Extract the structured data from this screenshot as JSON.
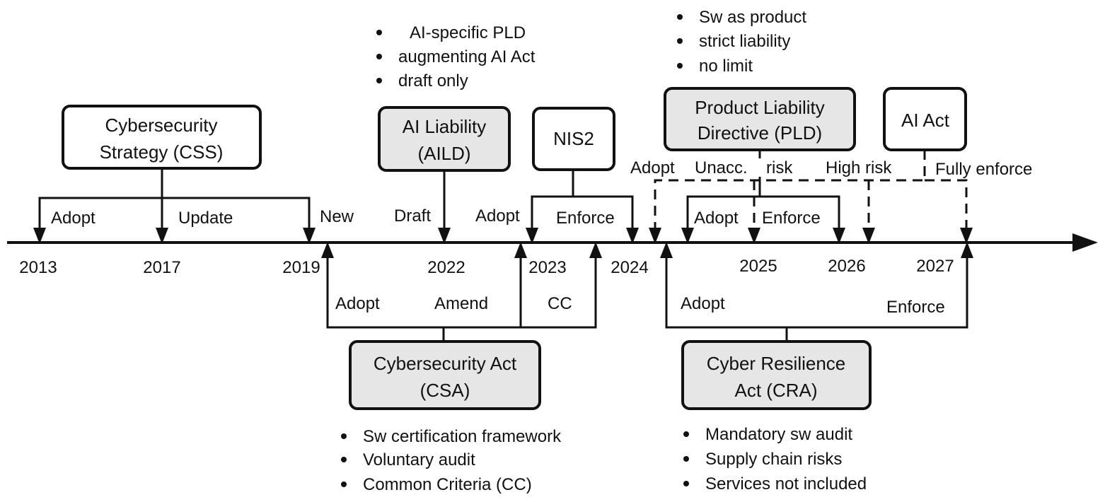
{
  "years": [
    "2013",
    "2017",
    "2019",
    "2022",
    "2023",
    "2024",
    "2025",
    "2026",
    "2027"
  ],
  "boxes": {
    "css": [
      "Cybersecurity",
      "Strategy (CSS)"
    ],
    "aild": [
      "AI Liability",
      "(AILD)"
    ],
    "nis2": [
      "NIS2"
    ],
    "pld": [
      "Product Liability",
      "Directive (PLD)"
    ],
    "aiact": [
      "AI Act"
    ],
    "csa": [
      "Cybersecurity Act",
      "(CSA)"
    ],
    "cra": [
      "Cyber Resilience",
      "Act (CRA)"
    ]
  },
  "events": {
    "css_adopt": "Adopt",
    "css_update": "Update",
    "css_new": "New",
    "aild_draft": "Draft",
    "nis2_adopt": "Adopt",
    "nis2_enforce": "Enforce",
    "aiact_adopt": "Adopt",
    "aiact_unacc": "Unacc.",
    "aiact_risk": "risk",
    "aiact_high_risk": "High risk",
    "aiact_fully_enforce": "Fully enforce",
    "pld_adopt": "Adopt",
    "pld_enforce": "Enforce",
    "csa_adopt": "Adopt",
    "csa_amend": "Amend",
    "csa_cc": "CC",
    "cra_adopt": "Adopt",
    "cra_enforce": "Enforce"
  },
  "notes": {
    "aild": [
      "AI-specific PLD",
      "augmenting AI Act",
      "draft only"
    ],
    "pld": [
      "Sw as product",
      "strict liability",
      "no limit"
    ],
    "csa": [
      "Sw certification framework",
      "Voluntary audit",
      "Common Criteria (CC)"
    ],
    "cra": [
      "Mandatory sw audit",
      "Supply chain risks",
      "Services not included"
    ]
  }
}
